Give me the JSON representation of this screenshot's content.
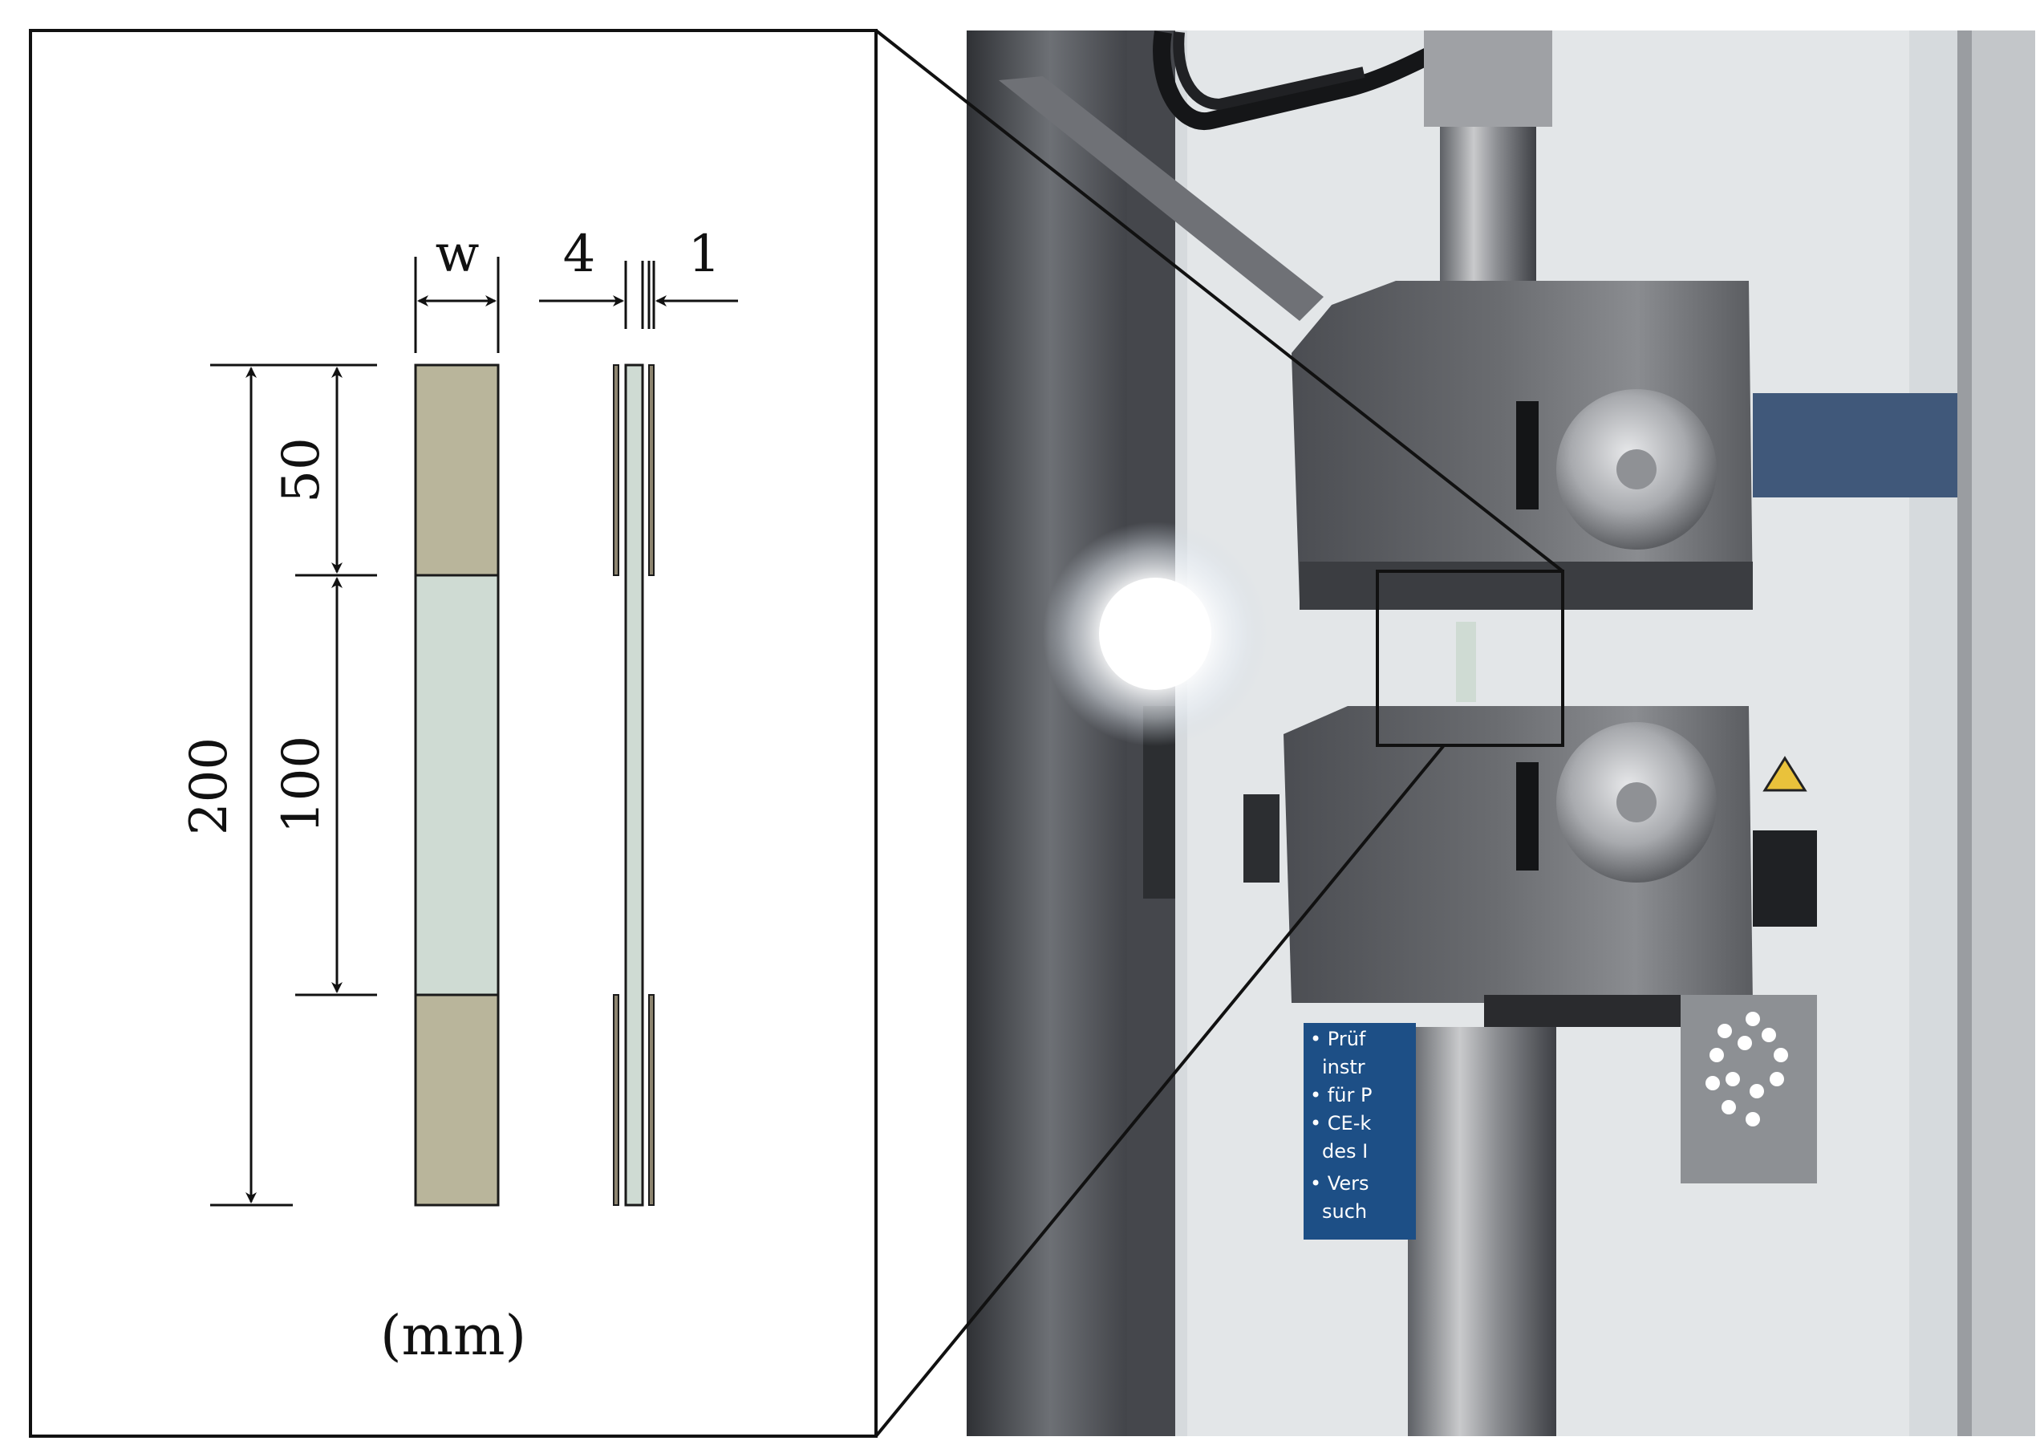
{
  "figure": {
    "labels": {
      "width": "w",
      "thickness_left": "4",
      "thickness_right": "1",
      "total_length": "200",
      "tab_length": "50",
      "gauge_length": "100",
      "units": "(mm)"
    },
    "colors": {
      "tab_fill": "#b9b59b",
      "gauge_fill": "#cfdbd3",
      "outline": "#1a1a1a",
      "panel_bg": "#ffffff",
      "backdrop_wall": "#d7dbde",
      "steel_dark": "#3f4145",
      "steel_mid": "#7a7c80",
      "steel_light": "#b7b8ba",
      "accent_blue": "#40587a",
      "sign_blue": "#1d4f86",
      "led_glow": "#ffffff",
      "warning_yellow": "#e9c23b"
    },
    "photo_sign_lines": [
      "• Prüf",
      "instr",
      "• für P",
      "• CE-k",
      "des I",
      "• Vers",
      "such"
    ]
  }
}
